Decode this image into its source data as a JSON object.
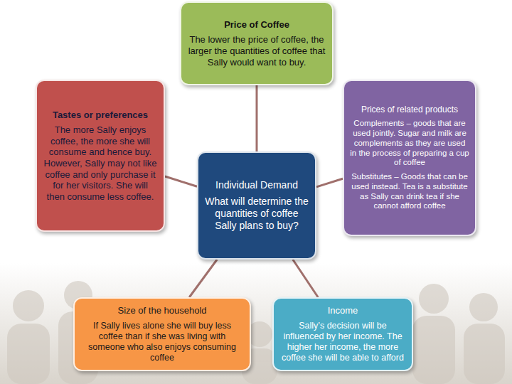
{
  "diagram": {
    "nodes": [
      {
        "text": [
          "Price of Coffee",
          "The lower the price of coffee, the larger the quantities of coffee that Sally would want to buy."
        ]
      },
      {
        "text": [
          "Tastes or preferences",
          "The more Sally enjoys coffee, the more she will consume and hence buy. However, Sally may not like coffee and only purchase it for her visitors. She will then consume less coffee."
        ]
      },
      {
        "text": [
          "Individual Demand",
          "What will determine the quantities of coffee Sally plans to buy?"
        ]
      },
      {
        "text": [
          "Prices of related products",
          "Complements – goods that are used jointly. Sugar and milk are complements as they are used in the process of preparing a cup of coffee",
          "Substitutes – Goods that can be used instead. Tea is a substitute as Sally can drink tea if she cannot afford coffee"
        ]
      },
      {
        "text": [
          "Size of the household",
          "If Sally lives alone she will buy less coffee than if she was living with someone who also enjoys consuming coffee"
        ]
      },
      {
        "text": [
          "Income",
          "Sally’s decision will be influenced by her income. The higher her income, the more coffee she will be able to afford"
        ]
      }
    ],
    "edges": [
      {
        "from": 2,
        "to": 0,
        "arrow": "none"
      },
      {
        "from": 2,
        "to": 1,
        "arrow": "none"
      },
      {
        "from": 2,
        "to": 3,
        "arrow": "none"
      },
      {
        "from": 2,
        "to": 4,
        "arrow": "none"
      },
      {
        "from": 2,
        "to": 5,
        "arrow": "none"
      }
    ]
  }
}
